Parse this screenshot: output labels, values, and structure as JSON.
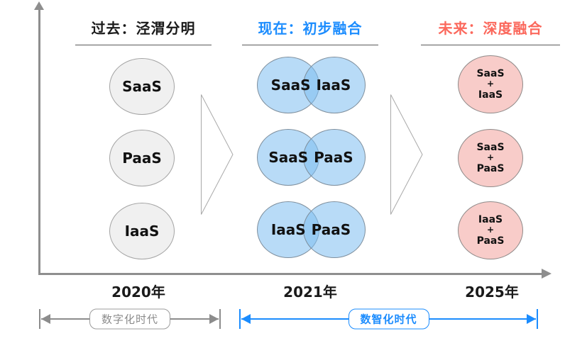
{
  "colors": {
    "present_accent": "#1B8CFE",
    "future_accent": "#FB685C",
    "axis_gray": "#8C8C8C",
    "past_circle_fill": "#F0F0F0",
    "present_circle_fill": "#BBDCF5",
    "future_circle_fill": "#F8CCC9"
  },
  "columns": {
    "past": {
      "title": "过去：泾渭分明",
      "items": [
        "SaaS",
        "PaaS",
        "IaaS"
      ]
    },
    "present": {
      "title": "现在：初步融合",
      "pairs": [
        [
          "SaaS",
          "IaaS"
        ],
        [
          "SaaS",
          "PaaS"
        ],
        [
          "IaaS",
          "PaaS"
        ]
      ]
    },
    "future": {
      "title": "未来：深度融合",
      "groups": [
        [
          "SaaS",
          "+",
          "IaaS"
        ],
        [
          "SaaS",
          "+",
          "PaaS"
        ],
        [
          "IaaS",
          "+",
          "PaaS"
        ]
      ]
    }
  },
  "timeline": {
    "years": [
      "2020年",
      "2021年",
      "2025年"
    ]
  },
  "eras": {
    "digital": "数字化时代",
    "digital_intelligence": "数智化时代"
  }
}
